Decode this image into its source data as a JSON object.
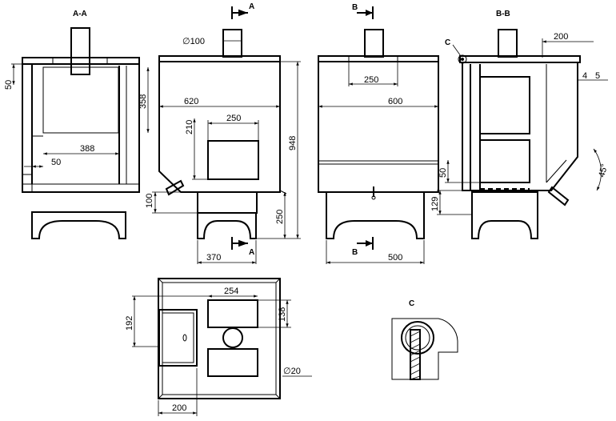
{
  "views": {
    "aa": {
      "title": "A-A",
      "dims": {
        "d50": "50",
        "d358": "358",
        "d388": "388",
        "d50b": "50"
      }
    },
    "front": {
      "dims": {
        "phi100": "∅100",
        "d620": "620",
        "d250": "250",
        "d210": "210",
        "d948": "948",
        "d100": "100",
        "d250b": "250",
        "d370": "370"
      },
      "section_mark_top": "A",
      "section_mark_bottom": "A"
    },
    "side": {
      "dims": {
        "d250": "250",
        "d600": "600",
        "d500": "500"
      },
      "section_mark_top": "B",
      "section_mark_bottom": "B"
    },
    "bb": {
      "title": "B-B",
      "detail_label": "C",
      "dims": {
        "d200": "200",
        "d4": "4",
        "d5": "5",
        "d45": "45°",
        "d50": "50",
        "d129": "129"
      }
    },
    "top": {
      "dims": {
        "d254": "254",
        "d192": "192",
        "d138": "138",
        "phi20": "∅20",
        "d200": "200"
      }
    },
    "detail": {
      "title": "C"
    }
  }
}
